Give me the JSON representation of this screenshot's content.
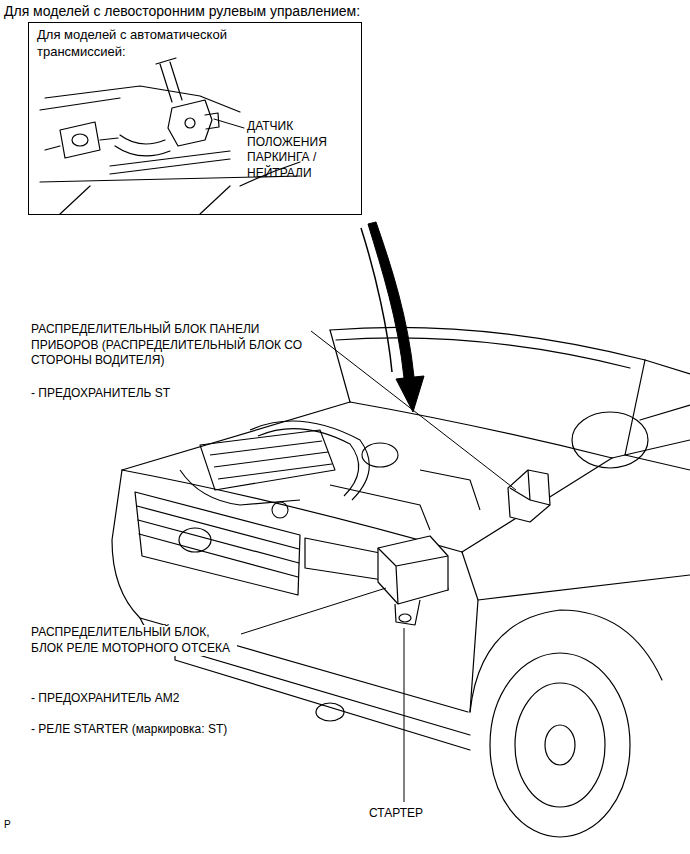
{
  "diagram": {
    "title": "Для моделей с левосторонним рулевым управлением:",
    "nodes": [
      {
        "text": [
          "Для моделей с автоматической трансмиссией:",
          "ДАТЧИК ПОЛОЖЕНИЯ ПАРКИНГА / НЕЙТРАЛИ"
        ]
      }
    ],
    "labels": [
      "РАСПРЕДЕЛИТЕЛЬНЫЙ БЛОК ПАНЕЛИ ПРИБОРОВ (РАСПРЕДЕЛИТЕЛЬНЫЙ БЛОК СО СТОРОНЫ ВОДИТЕЛЯ)",
      "- ПРЕДОХРАНИТЕЛЬ ST",
      "РАСПРЕДЕЛИТЕЛЬНЫЙ БЛОК, БЛОК РЕЛЕ МОТОРНОГО ОТСЕКА",
      "- ПРЕДОХРАНИТЕЛЬ AM2",
      "- РЕЛЕ STARTER (маркировка: ST)",
      "СТАРТЕР",
      "P"
    ]
  }
}
